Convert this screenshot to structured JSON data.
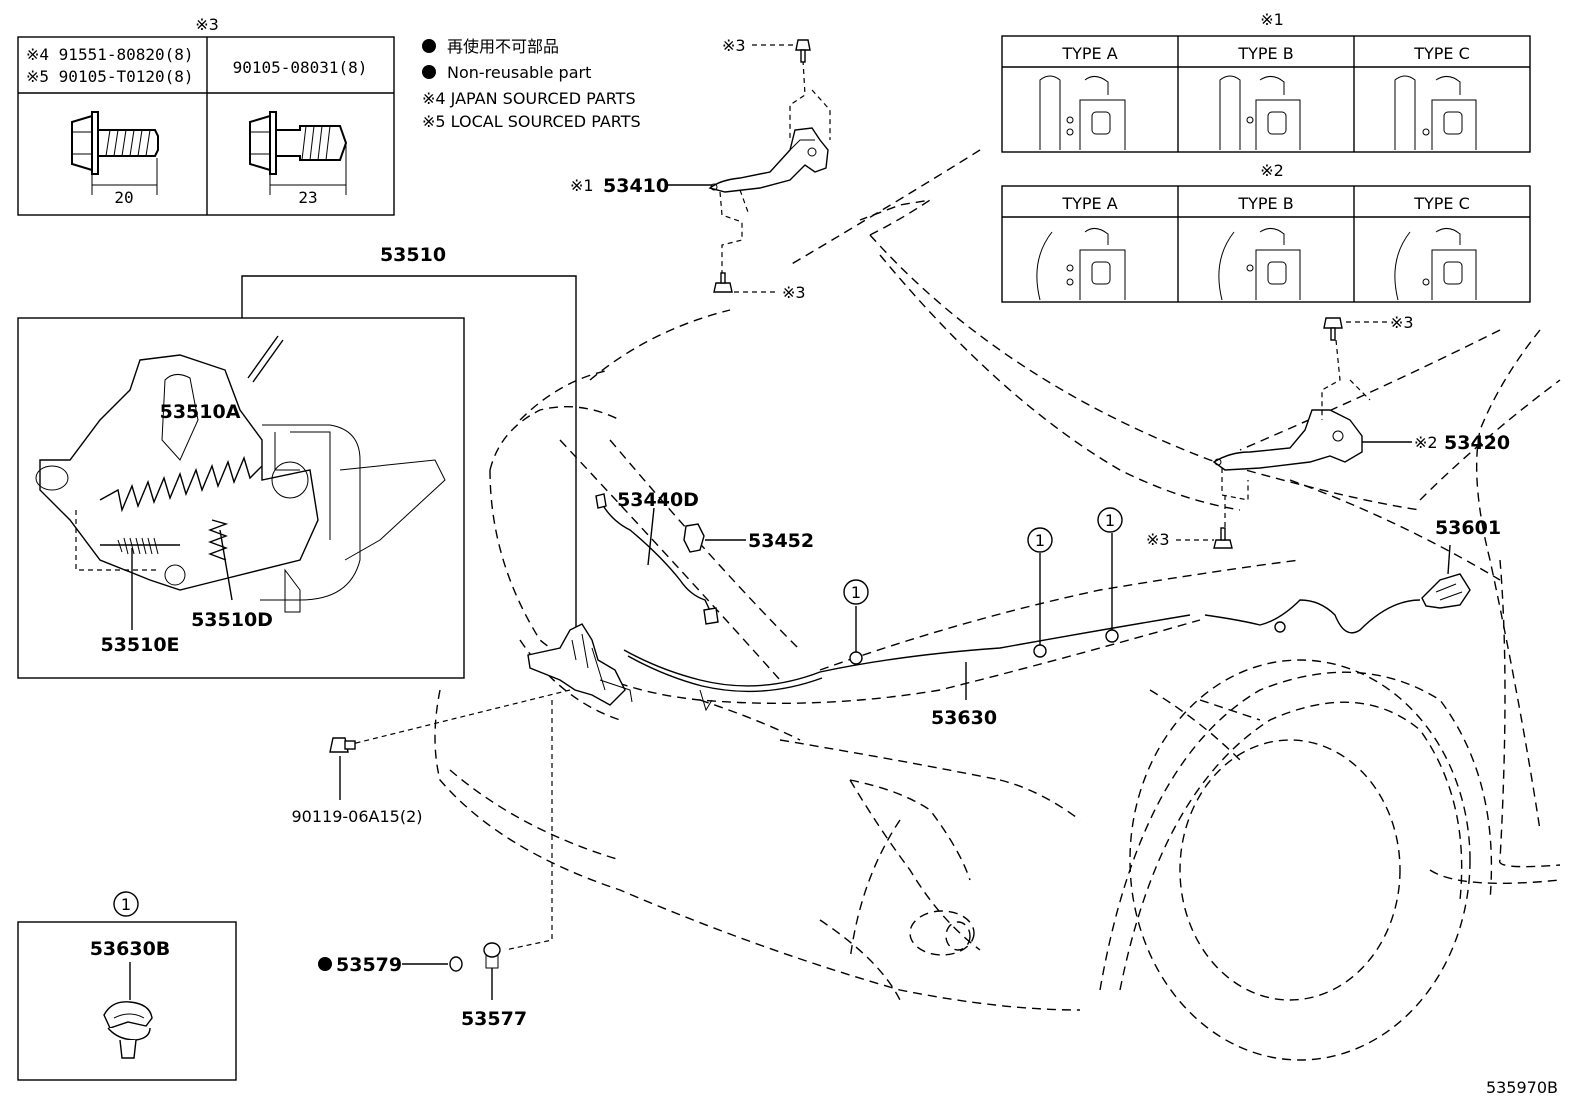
{
  "note_mark_3": "※3",
  "note_mark_1": "※1",
  "note_mark_2": "※2",
  "bolt_table": {
    "col1_line1": "※4 91551-80820(8)",
    "col1_line2": "※5 90105-T0120(8)",
    "col1_dim": "20",
    "col2_line1": "90105-08031(8)",
    "col2_dim": "23"
  },
  "legend": {
    "jp": "再使用不可部品",
    "en": "Non-reusable part",
    "note4": "※4 JAPAN SOURCED PARTS",
    "note5": "※5 LOCAL SOURCED PARTS"
  },
  "type_tables": {
    "types": [
      "TYPE  A",
      "TYPE  B",
      "TYPE  C"
    ]
  },
  "callouts": {
    "p53510": "53510",
    "p53510A": "53510A",
    "p53510E": "53510E",
    "p53510D": "53510D",
    "p53410": "53410",
    "p53420": "53420",
    "p53440D": "53440D",
    "p53452": "53452",
    "p53601": "53601",
    "p53630": "53630",
    "p53630B": "53630B",
    "p53579": "53579",
    "p53577": "53577",
    "p90119": "90119-06A15(2)",
    "circle_1": "1"
  },
  "drawing_id": "535970B"
}
